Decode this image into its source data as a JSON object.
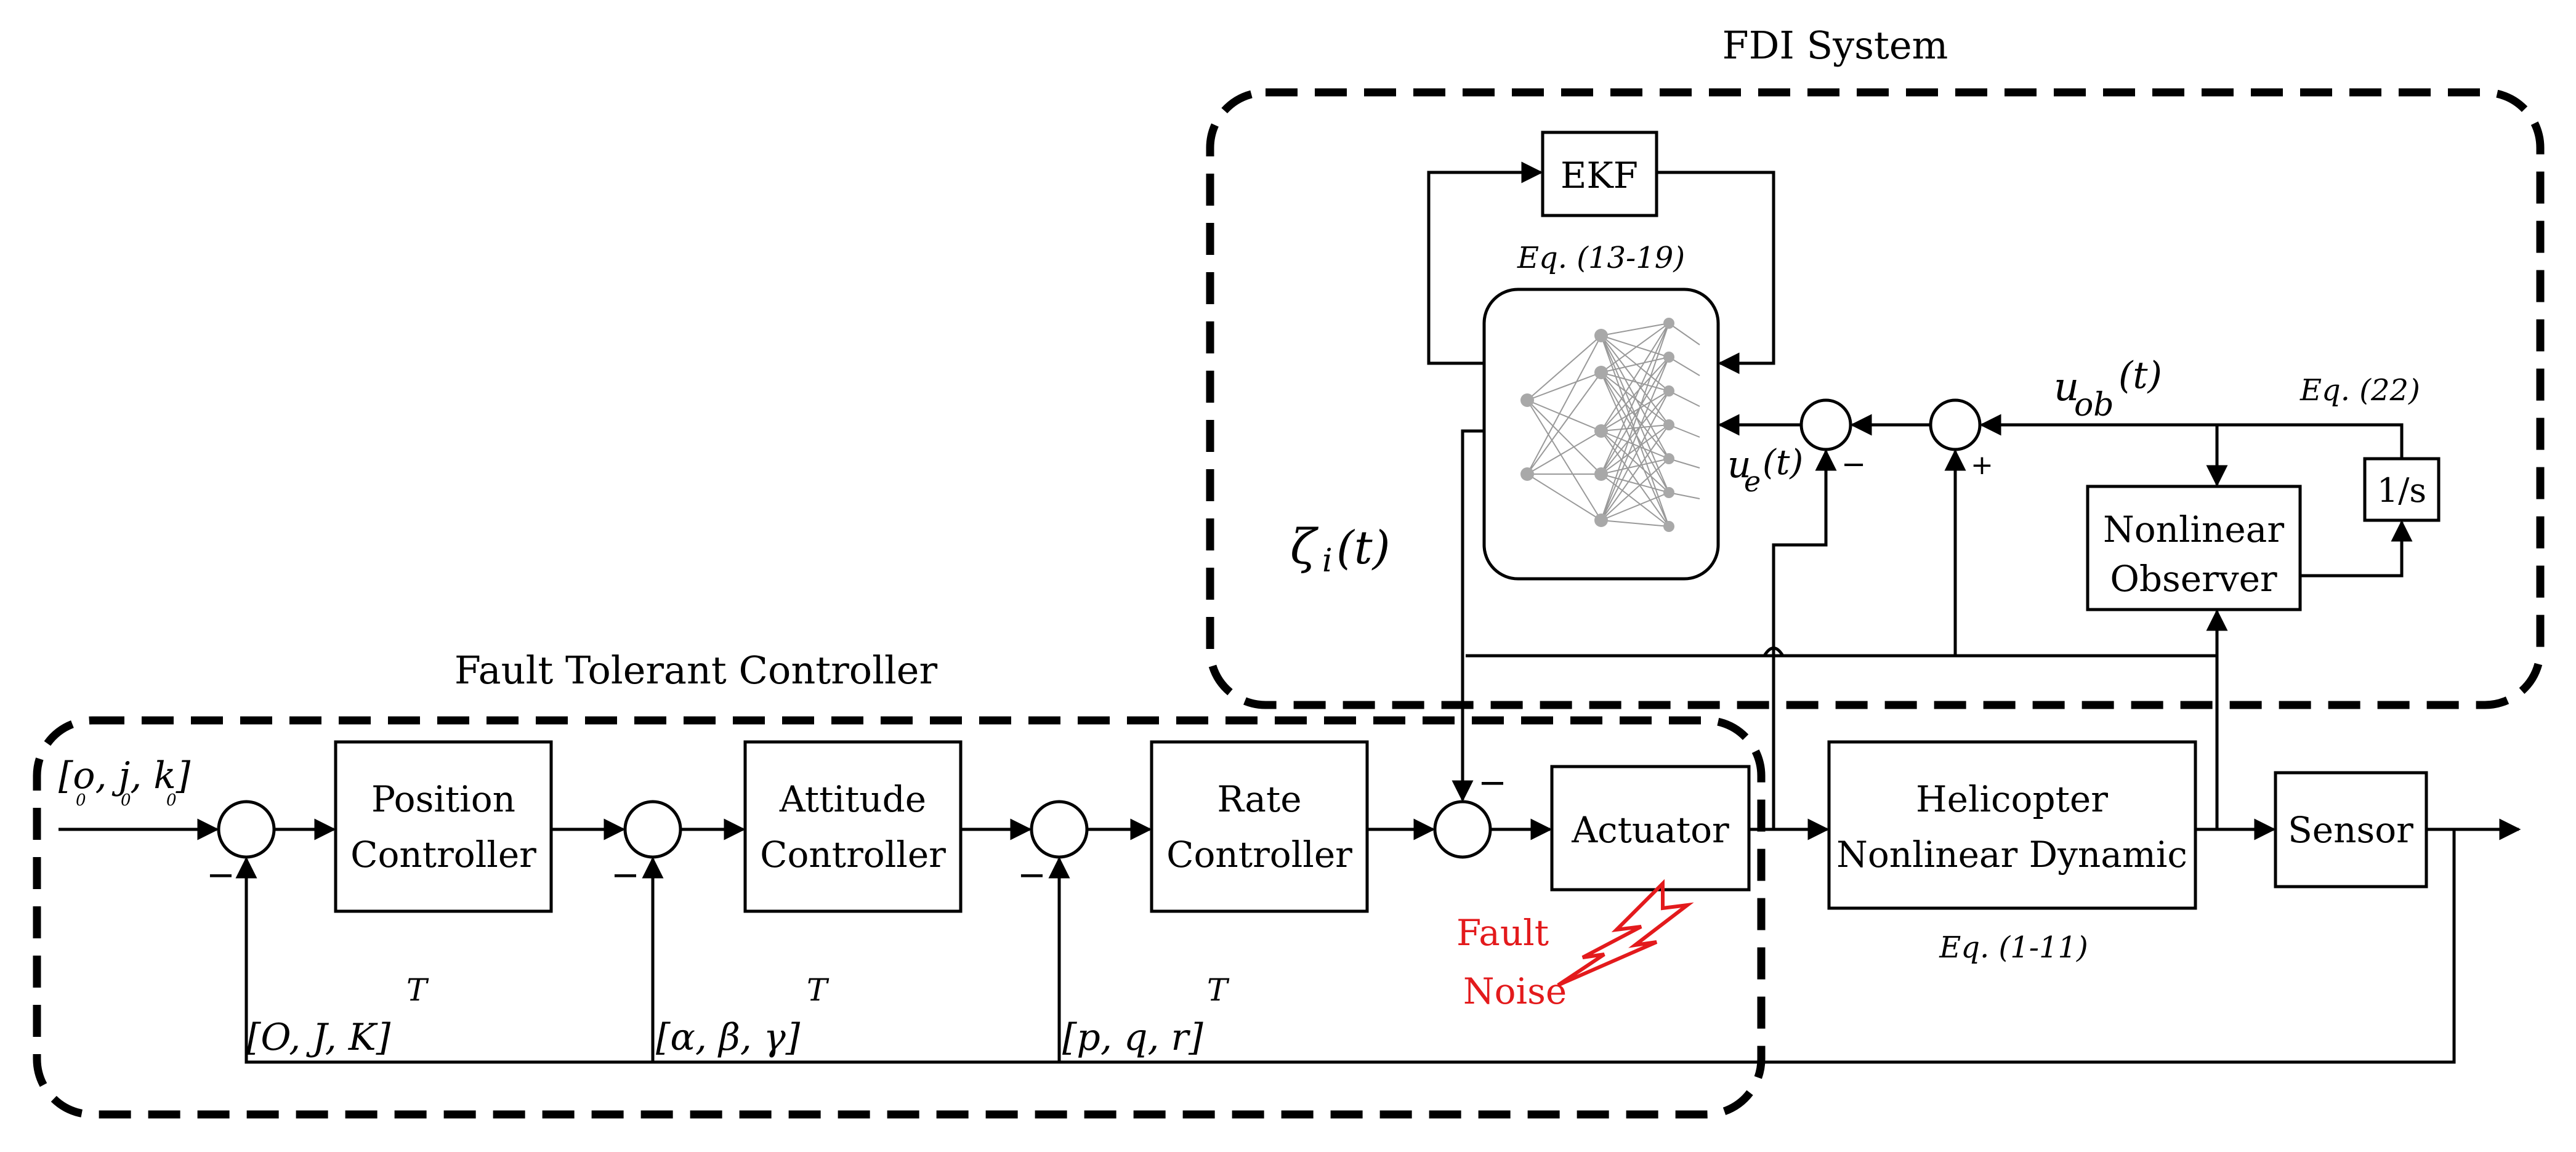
{
  "groups": {
    "fdi_title": "FDI System",
    "ftc_title": "Fault Tolerant Controller"
  },
  "blocks": {
    "ekf": "EKF",
    "position_1": "Position",
    "position_2": "Controller",
    "attitude_1": "Attitude",
    "attitude_2": "Controller",
    "rate_1": "Rate",
    "rate_2": "Controller",
    "actuator": "Actuator",
    "heli_1": "Helicopter",
    "heli_2": "Nonlinear Dynamic",
    "sensor": "Sensor",
    "observer_1": "Nonlinear",
    "observer_2": "Observer",
    "integrator": "1/s"
  },
  "labels": {
    "eq_nn": "Eq. (13-19)",
    "eq_obs": "Eq. (22)",
    "eq_heli": "Eq. (1-11)",
    "zeta": "ζ",
    "zeta_sub": "i",
    "zeta_arg": "(t)",
    "u_ob_u": "u",
    "u_ob_sub": "ob",
    "u_ob_arg": "(t)",
    "u_e_u": "u",
    "u_e_sub": "e",
    "u_e_arg": "(t)",
    "ref_input": "[o, j, k]",
    "ref_sub": "0",
    "fb_position": "[O, J, K]",
    "fb_attitude": "[α, β, γ]",
    "fb_rate": "[p, q, r]",
    "transpose": "T",
    "fault_1": "Fault",
    "fault_2": "Noise",
    "minus": "−",
    "plus": "+"
  },
  "colors": {
    "line": "#000000",
    "fault": "#e31a1c"
  }
}
